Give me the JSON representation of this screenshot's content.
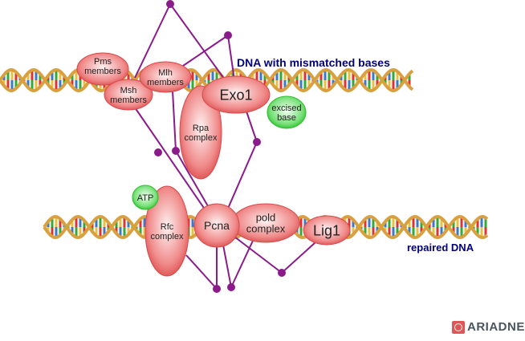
{
  "labels": {
    "top_dna": "DNA with mismatched bases",
    "bottom_dna": "repaired DNA"
  },
  "nodes": {
    "pms": [
      "Pms",
      "members"
    ],
    "msh": [
      "Msh",
      "members"
    ],
    "mlh": [
      "Mlh",
      "members"
    ],
    "exo1": [
      "Exo1"
    ],
    "rpa": [
      "Rpa",
      "complex"
    ],
    "excised": [
      "excised",
      "base"
    ],
    "atp": [
      "ATP"
    ],
    "rfc": [
      "Rfc",
      "complex"
    ],
    "pcna": [
      "Pcna"
    ],
    "pold": [
      "pold",
      "complex"
    ],
    "lig1": [
      "Lig1"
    ]
  },
  "colors": {
    "protein": "#e35a5a",
    "small_molecule": "#33cc33",
    "edge": "#8b1a8b",
    "label_blue": "#00007f"
  },
  "logo": "ARIADNE"
}
